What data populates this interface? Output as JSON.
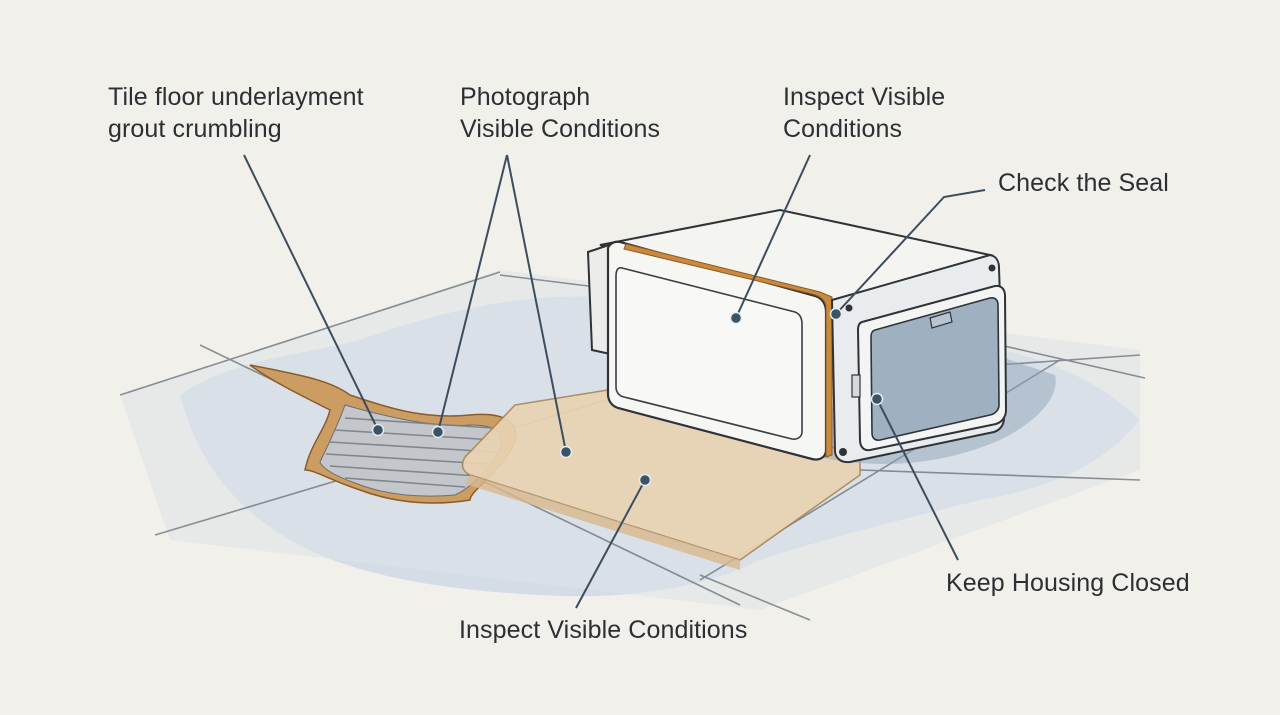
{
  "labels": {
    "underlayment": [
      "Tile floor underlayment",
      "grout crumbling"
    ],
    "photograph": [
      "Photograph",
      "Visible Conditions"
    ],
    "inspect_top": [
      "Inspect Visible",
      "Conditions"
    ],
    "seal": "Check the Seal",
    "housing": "Keep Housing Closed",
    "inspect_bottom": "Inspect Visible Conditions"
  },
  "colors": {
    "background": "#f1f0eb",
    "tile": "#dfe3e8",
    "water_stain": "#b9c9db",
    "grout_damage": "#c99a5e",
    "wood_panel": "#e9d3b2",
    "seal_band": "#c98a3e",
    "housing": "#f4f4f1",
    "housing_door": "#9fb0c1",
    "leader_line": "#3b4d5e",
    "text": "#2c2f33"
  }
}
